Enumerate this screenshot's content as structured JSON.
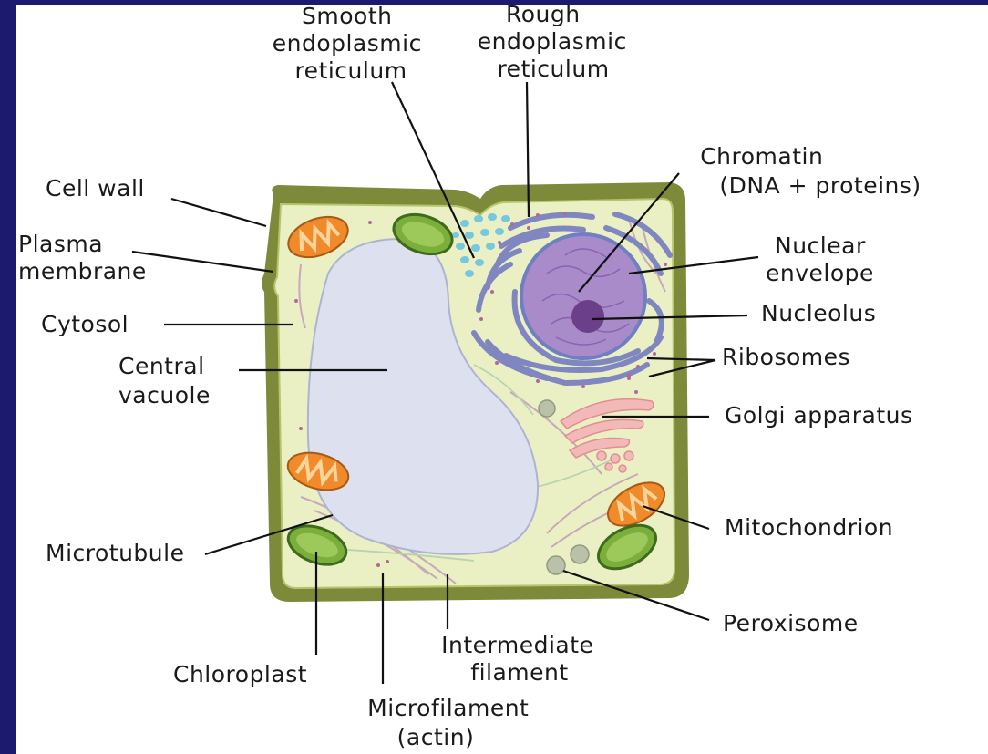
{
  "labels": {
    "smooth_er": [
      "Smooth",
      "endoplasmic",
      "reticulum"
    ],
    "rough_er": [
      "Rough",
      "endoplasmic",
      "reticulum"
    ],
    "chromatin": [
      "Chromatin",
      "(DNA + proteins)"
    ],
    "cell_wall": "Cell wall",
    "plasma_membrane": [
      "Plasma",
      "membrane"
    ],
    "cytosol": "Cytosol",
    "central_vacuole": [
      "Central",
      "vacuole"
    ],
    "nuclear_envelope": [
      "Nuclear",
      "envelope"
    ],
    "nucleolus": "Nucleolus",
    "ribosomes": "Ribosomes",
    "golgi": "Golgi apparatus",
    "mitochondrion": "Mitochondrion",
    "peroxisome": "Peroxisome",
    "microtubule": "Microtubule",
    "chloroplast": "Chloroplast",
    "intermediate_filament": [
      "Intermediate",
      "filament"
    ],
    "microfilament": [
      "Microfilament",
      "(actin)"
    ]
  },
  "colors": {
    "background_frame": "#1c1a6e",
    "cell_wall": "#7d8a3a",
    "cytosol": "#eaf0c4",
    "vacuole": "#dde0ef",
    "nucleus": "#a98bc9",
    "nucleolus": "#6b3f8a",
    "er": "#7f86c0",
    "smooth_er": "#78c7e0",
    "golgi": "#f3b8b8",
    "mitochondrion": "#f08a2a",
    "chloroplast": "#7cae3c",
    "peroxisome": "#b9c2a8"
  }
}
